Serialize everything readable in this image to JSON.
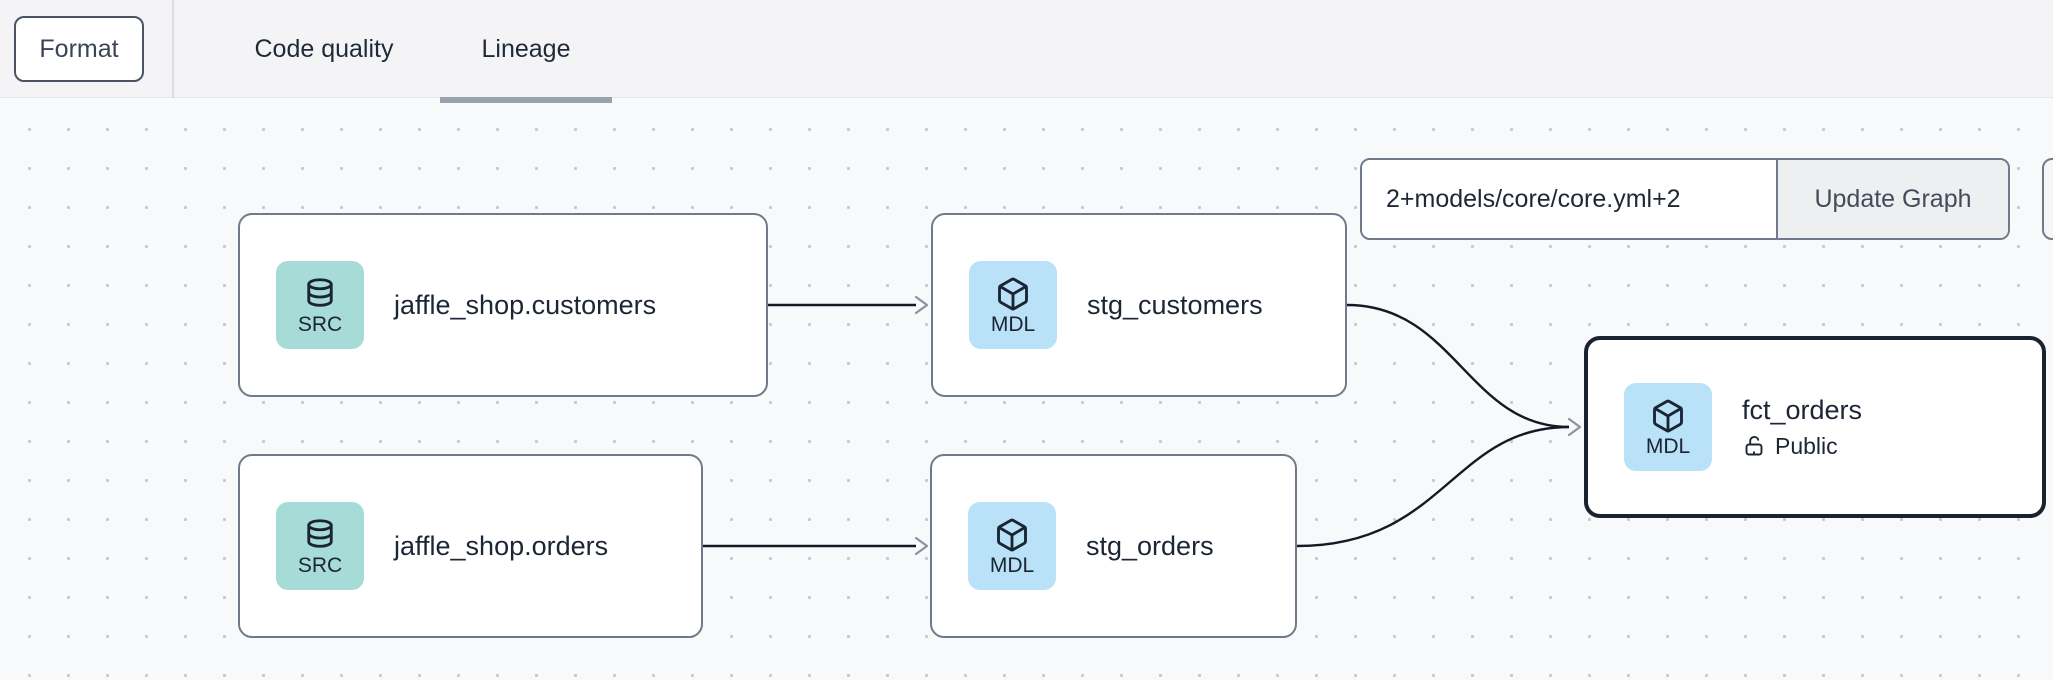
{
  "header": {
    "format_button": "Format",
    "tabs": [
      {
        "label": "Code quality",
        "active": false
      },
      {
        "label": "Lineage",
        "active": true
      }
    ]
  },
  "toolbar": {
    "selector_value": "2+models/core/core.yml+2",
    "update_button": "Update Graph"
  },
  "graph": {
    "nodes": [
      {
        "id": "source-jaffle-shop-customers",
        "title": "jaffle_shop.customers",
        "badge": "SRC",
        "icon": "database-icon",
        "type": "source"
      },
      {
        "id": "model-stg-customers",
        "title": "stg_customers",
        "badge": "MDL",
        "icon": "cube-icon",
        "type": "model"
      },
      {
        "id": "source-jaffle-shop-orders",
        "title": "jaffle_shop.orders",
        "badge": "SRC",
        "icon": "database-icon",
        "type": "source"
      },
      {
        "id": "model-stg-orders",
        "title": "stg_orders",
        "badge": "MDL",
        "icon": "cube-icon",
        "type": "model"
      },
      {
        "id": "model-fct-orders",
        "title": "fct_orders",
        "badge": "MDL",
        "icon": "cube-icon",
        "type": "model",
        "selected": true,
        "access": "Public",
        "access_icon": "lock-open-icon"
      }
    ],
    "edges": [
      {
        "from": "jaffle_shop.customers",
        "to": "stg_customers"
      },
      {
        "from": "jaffle_shop.orders",
        "to": "stg_orders"
      },
      {
        "from": "stg_customers",
        "to": "fct_orders"
      },
      {
        "from": "stg_orders",
        "to": "fct_orders"
      }
    ]
  },
  "colors": {
    "header_bg": "#f4f4f6",
    "canvas_bg": "#f8f9fb",
    "dot_grid": "#c4c8d0",
    "card_border": "#707a89",
    "selected_border": "#1a2230",
    "source_badge_bg": "#a6dbd7",
    "model_badge_bg": "#b9e1f8",
    "edge_line": "#141a24",
    "arrowhead": "#8a93a2",
    "tab_underline": "#99a1ad",
    "text_dark": "#1c2635"
  }
}
